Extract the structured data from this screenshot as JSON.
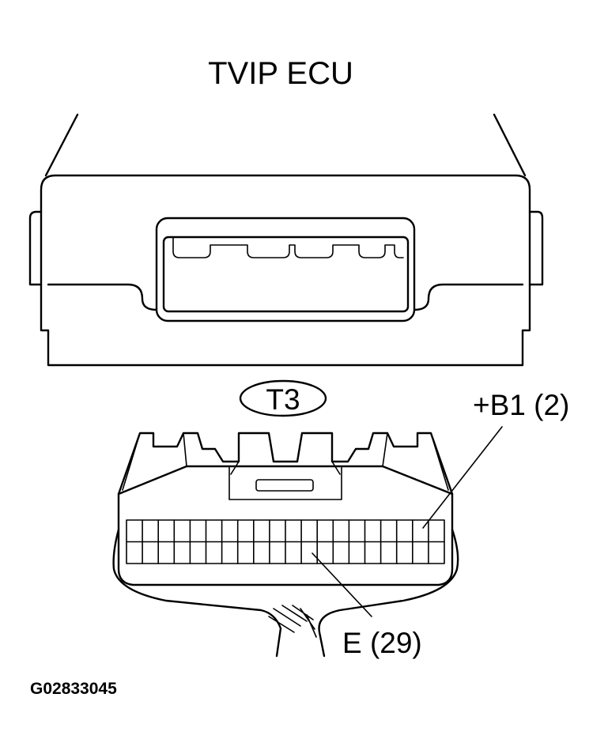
{
  "title": "TVIP ECU",
  "connector_id": "T3",
  "callouts": {
    "top": "+B1 (2)",
    "bottom": "E (29)"
  },
  "figure_code": "G02833045",
  "connector": {
    "columns": 20,
    "rows": 2
  }
}
